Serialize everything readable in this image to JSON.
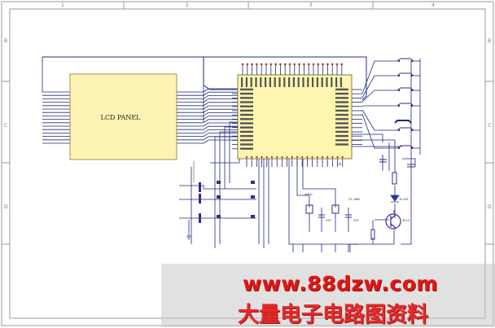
{
  "frame": {
    "top_zones": [
      "1",
      "2",
      "3",
      "4"
    ],
    "left_zones": [
      "B",
      "C",
      "D"
    ]
  },
  "lcd_panel": {
    "label": "LCD PANEL"
  },
  "mcu": {
    "ref": "U1"
  },
  "components": {
    "crystal_1": "4MHz",
    "crystal_2": "32.768K",
    "cap_1": "22P",
    "cap_2": "22P",
    "led": "R LED",
    "transistor": "9014"
  },
  "colors": {
    "background": "#ffffff",
    "frame": "#9a9a9a",
    "bus": "#1f2f8a",
    "wire": "#1f2a7a",
    "junction": "#a0522d",
    "lcd_fill": "#fdf3b3",
    "mcu_fill": "#fef6b0",
    "component": "#3a2a8a",
    "watermark": "#e21616"
  },
  "watermark": {
    "url": "www.88dzw.com",
    "title": "大量电子电路图资料"
  }
}
